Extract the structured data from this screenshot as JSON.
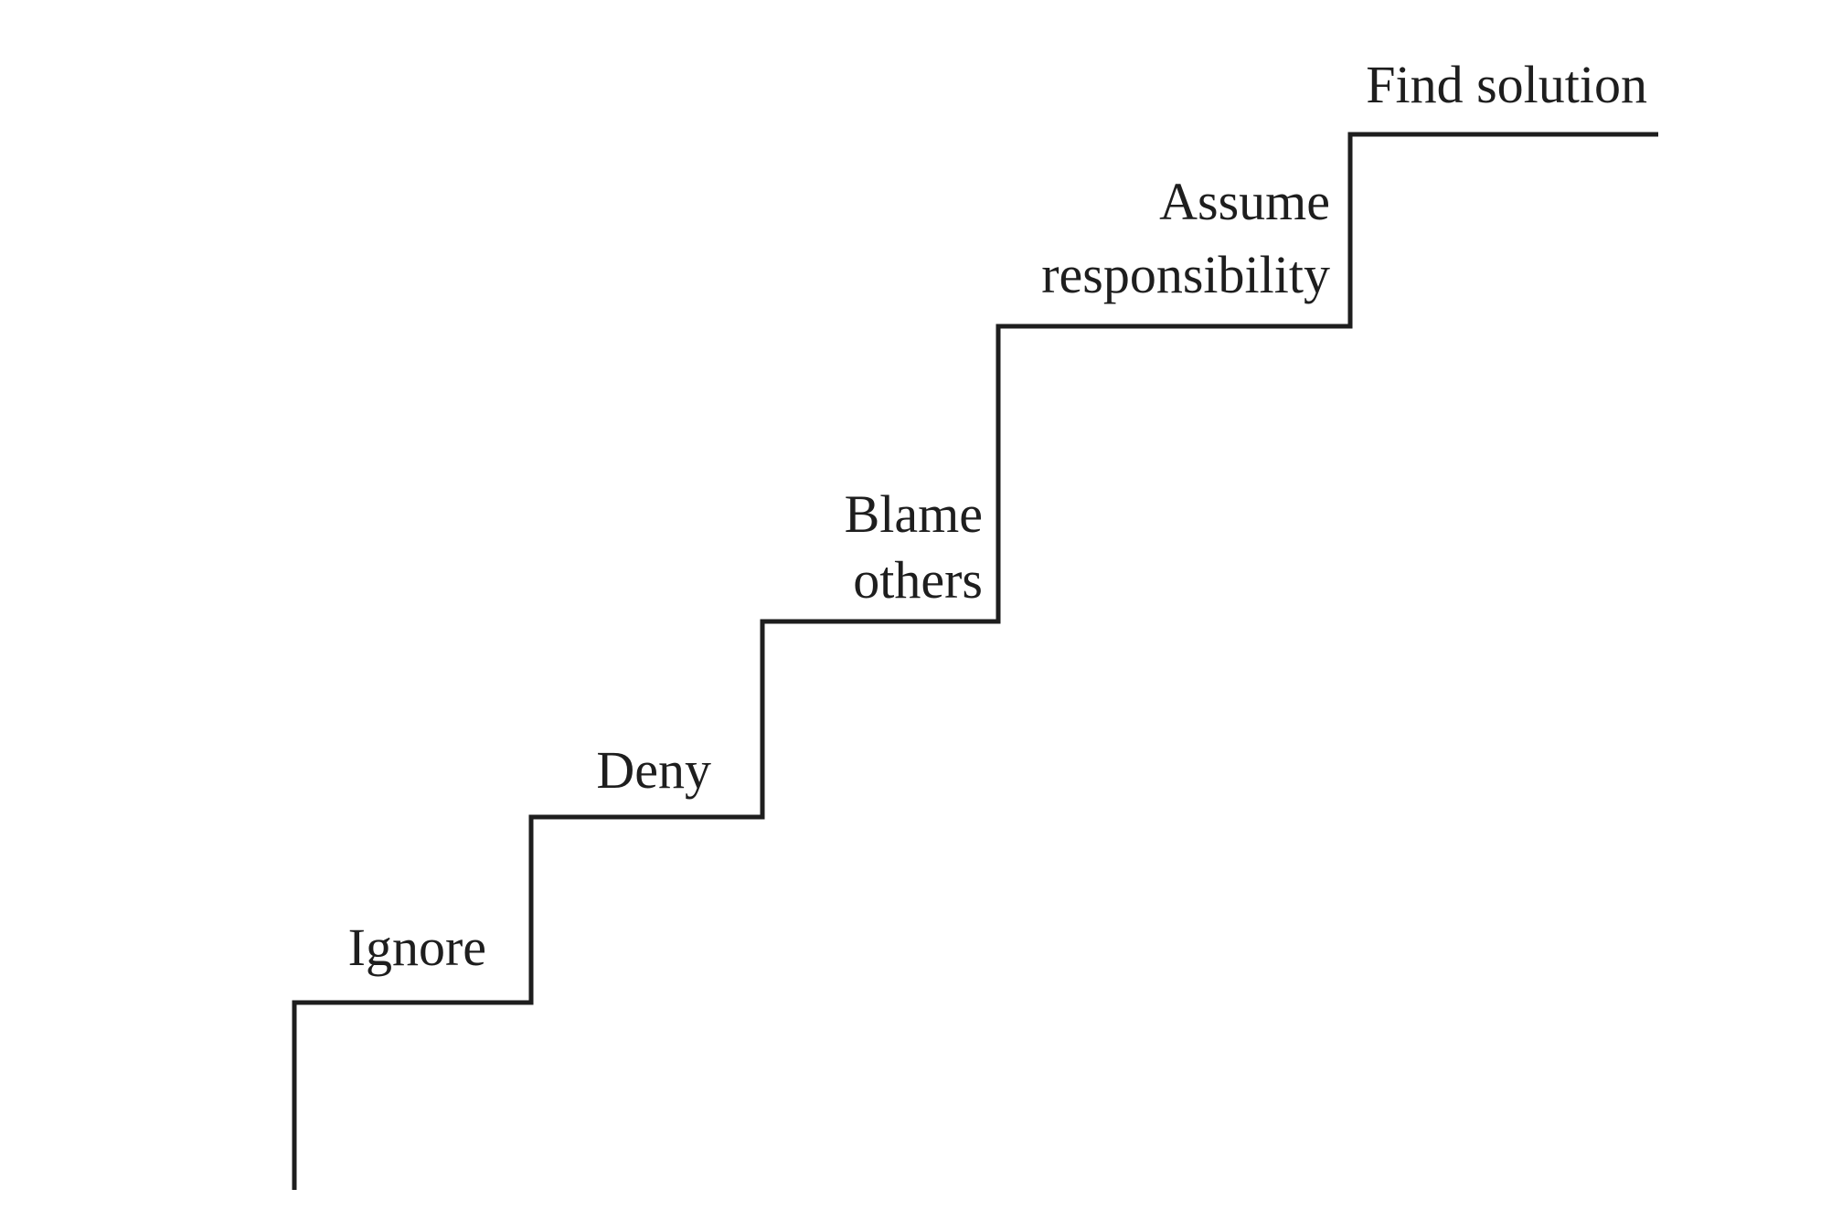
{
  "diagram": {
    "type": "staircase",
    "steps": [
      {
        "lines": [
          "Ignore"
        ]
      },
      {
        "lines": [
          "Deny"
        ]
      },
      {
        "lines": [
          "Blame",
          "others"
        ]
      },
      {
        "lines": [
          "Assume",
          "responsibility"
        ]
      },
      {
        "lines": [
          "Find solution"
        ]
      }
    ]
  }
}
